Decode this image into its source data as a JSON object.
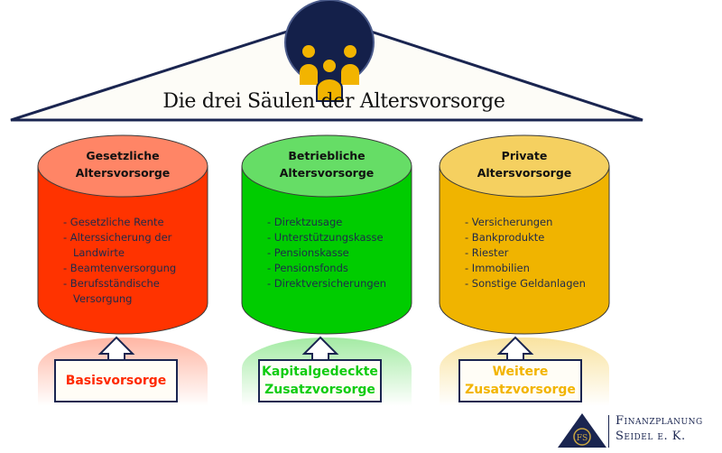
{
  "title": "Die drei Säulen der Altersvorsorge",
  "icons": {
    "roof": "people-group-icon"
  },
  "pillars": [
    {
      "title_line1": "Gesetzliche",
      "title_line2": "Altersvorsorge",
      "items": [
        "- Gesetzliche Rente",
        "- Alterssicherung der",
        "   Landwirte",
        "- Beamtenversorgung",
        "- Berufsständische",
        "   Versorgung"
      ],
      "label_line1": "Basisvorsorge",
      "label_line2": "",
      "color": "#ff3300",
      "top_color": "#ff8566",
      "label_color": "#ff2a00"
    },
    {
      "title_line1": "Betriebliche",
      "title_line2": "Altersvorsorge",
      "items": [
        "- Direktzusage",
        "- Unterstützungskasse",
        "- Pensionskasse",
        "- Pensionsfonds",
        "- Direktversicherungen"
      ],
      "label_line1": "Kapitalgedeckte",
      "label_line2": "Zusatzvorsorge",
      "color": "#00cc00",
      "top_color": "#66dd66",
      "label_color": "#11cc11"
    },
    {
      "title_line1": "Private",
      "title_line2": "Altersvorsorge",
      "items": [
        "- Versicherungen",
        "- Bankprodukte",
        "- Riester",
        "- Immobilien",
        "- Sonstige Geldanlagen"
      ],
      "label_line1": "Weitere",
      "label_line2": "Zusatzvorsorge",
      "color": "#f0b400",
      "top_color": "#f5d060",
      "label_color": "#f2b400"
    }
  ],
  "logo": {
    "monogram": "FS",
    "line1": "Finanzplanung",
    "line2": "Seidel e. K."
  }
}
